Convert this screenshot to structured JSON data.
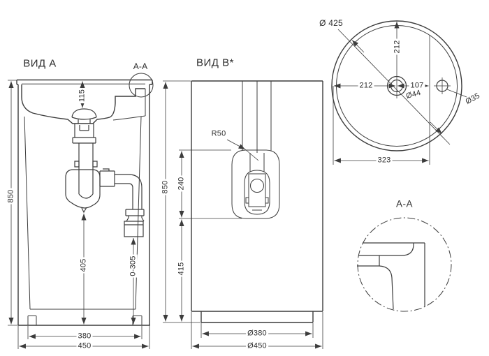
{
  "drawing": {
    "labels": {
      "vid_a": "ВИД A",
      "aa_callout": "A-A",
      "vid_b": "ВИД B*",
      "aa_section_title": "A-A",
      "d115": "115",
      "d850_a": "850",
      "d405": "405",
      "d0_305": "0-305",
      "d380": "380",
      "d450": "450",
      "d850_b": "850",
      "d240": "240",
      "d415": "415",
      "r50": "R50",
      "dia380": "Ø380",
      "dia450": "Ø450",
      "dia425": "Ø 425",
      "d212_v": "212",
      "d212_h": "212",
      "d107": "107",
      "dia44": "Ø44",
      "dia35": "Ø35",
      "d323": "323"
    },
    "colors": {
      "line": "#3c3c3c",
      "background": "#ffffff",
      "text": "#2e2e2e"
    }
  }
}
